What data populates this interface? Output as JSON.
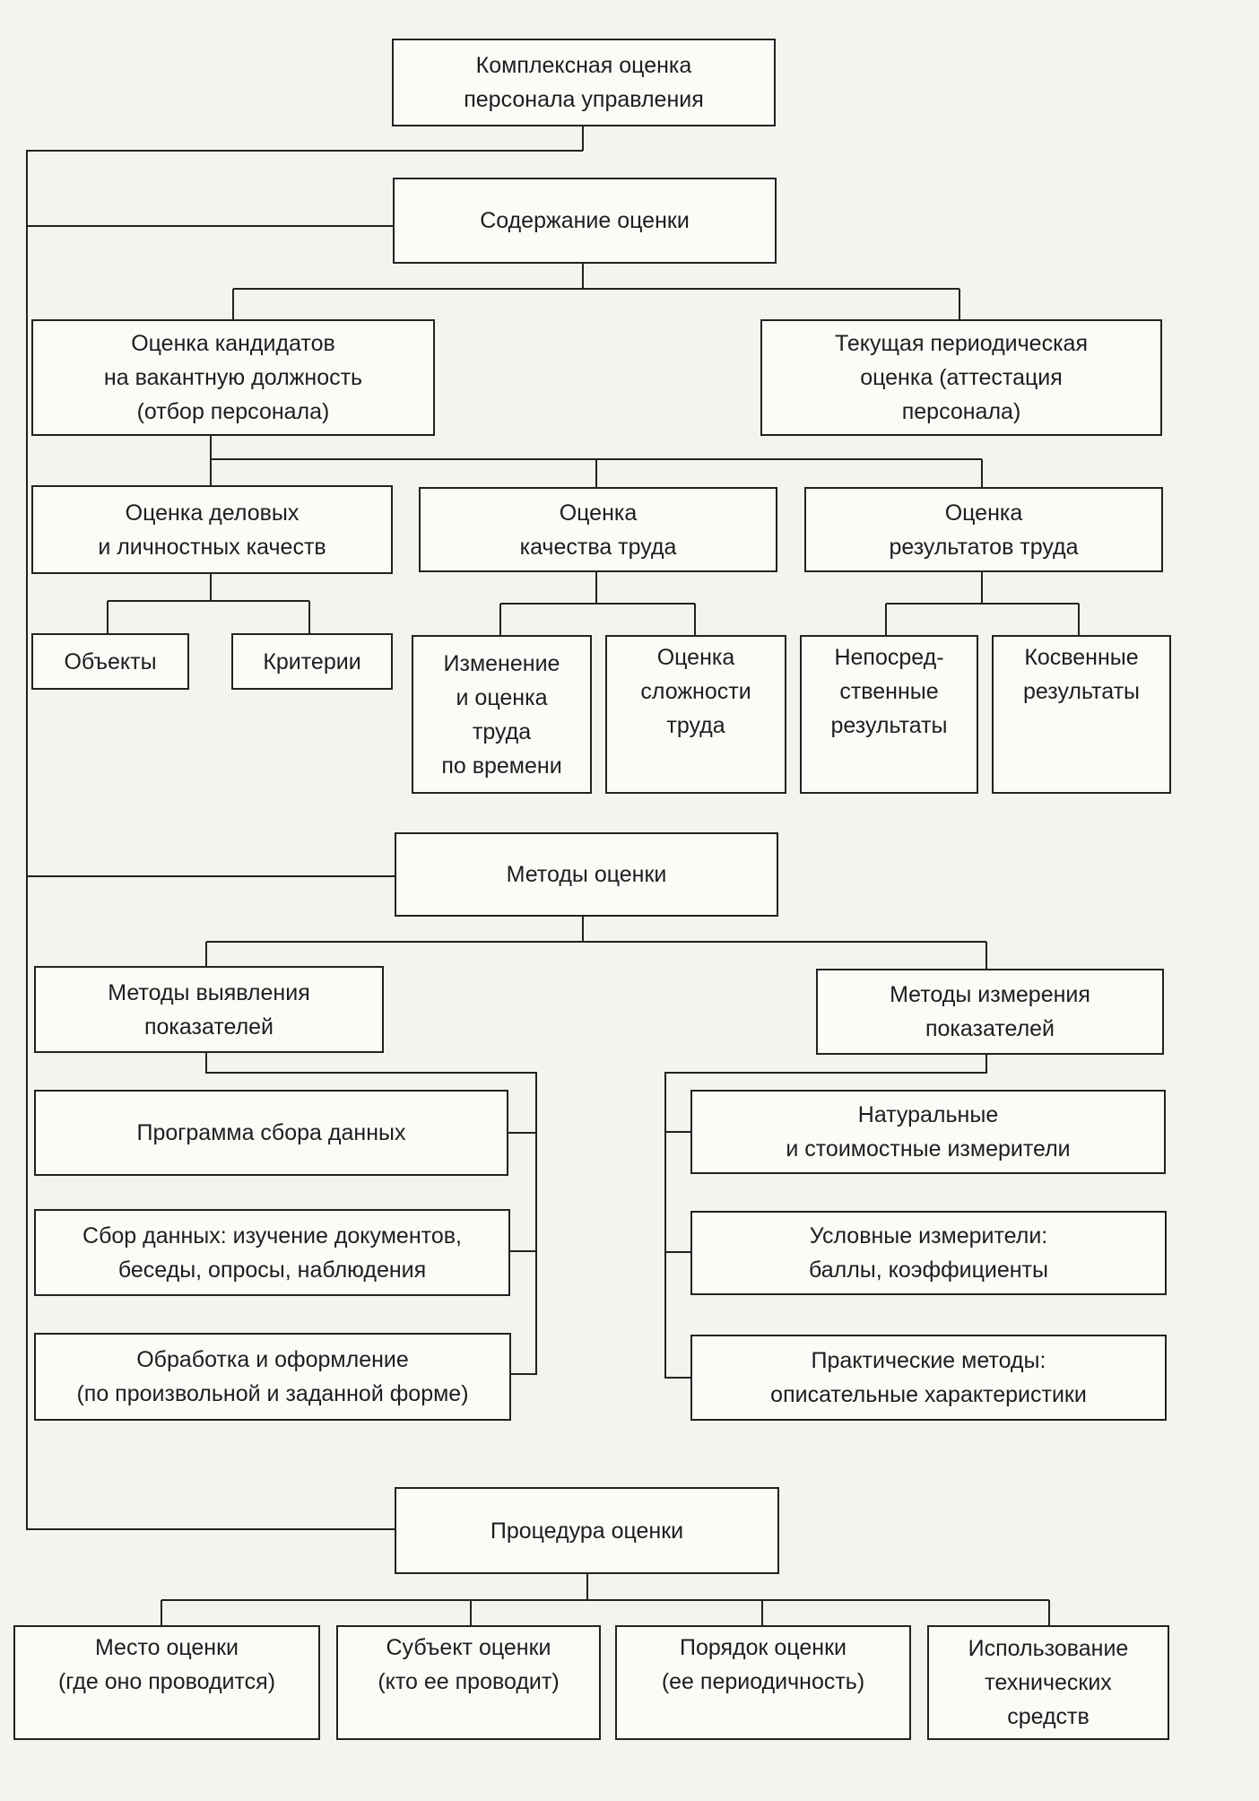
{
  "colors": {
    "background": "#f4f3ee",
    "box_fill": "#fbfbf8",
    "line": "#222222",
    "text": "#1e1e1e"
  },
  "diagram": {
    "root": "Комплексная оценка\nперсонала управления",
    "content": {
      "title": "Содержание оценки",
      "candidates": "Оценка кандидатов\nна вакантную должность\n(отбор персонала)",
      "periodic": "Текущая периодическая\nоценка (аттестация\nперсонала)",
      "business_qualities": "Оценка деловых\nи личностных качеств",
      "labor_quality": "Оценка\nкачества труда",
      "labor_results": "Оценка\nрезультатов труда",
      "objects": "Объекты",
      "criteria": "Критерии",
      "time_measurement": "Изменение\nи оценка\nтруда\nпо времени",
      "complexity": "Оценка\nсложности\nтруда",
      "direct_results": "Непосред-\nственные\nрезультаты",
      "indirect_results": "Косвенные\nрезультаты"
    },
    "methods": {
      "title": "Методы оценки",
      "identification": "Методы выявления\nпоказателей",
      "measurement": "Методы измерения\nпоказателей",
      "program": "Программа сбора данных",
      "collection": "Сбор данных: изучение документов,\nбеседы, опросы, наблюдения",
      "processing": "Обработка и оформление\n(по произвольной и заданной форме)",
      "natural": "Натуральные\nи стоимостные измерители",
      "conditional": "Условные измерители:\nбаллы, коэффициенты",
      "practical": "Практические методы:\nописательные характеристики"
    },
    "procedure": {
      "title": "Процедура оценки",
      "place": "Место оценки\n(где оно проводится)",
      "subject": "Субъект оценки\n(кто ее проводит)",
      "order": "Порядок оценки\n(ее периодичность)",
      "tech": "Использование\nтехнических\nсредств"
    }
  }
}
